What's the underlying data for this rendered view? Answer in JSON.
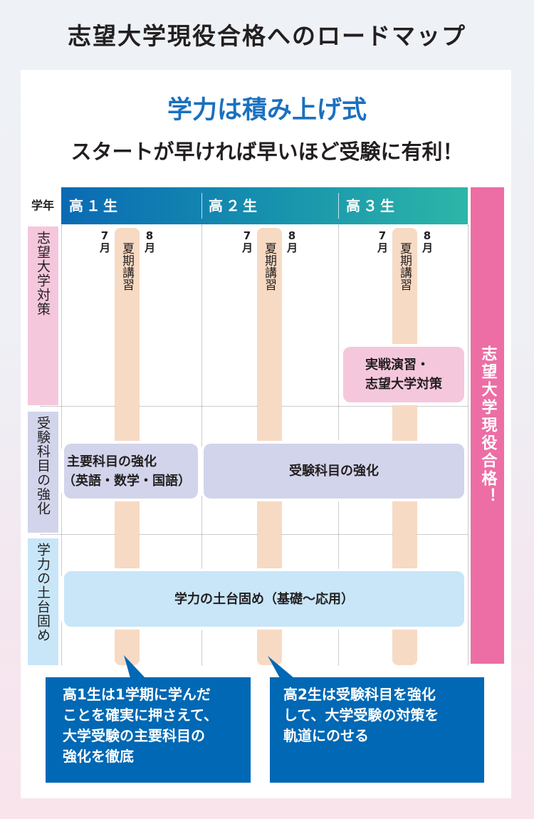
{
  "title": "志望大学現役合格へのロードマップ",
  "panel": {
    "headline": "学力は積み上げ式",
    "subheadline": "スタートが早ければ早いほど受験に有利！"
  },
  "grid": {
    "grade_label": "学年",
    "grades": [
      {
        "label": "高１生"
      },
      {
        "label": "高２生"
      },
      {
        "label": "高３生"
      }
    ],
    "month_start": "7月",
    "month_end": "8月",
    "summer_label": "夏期講習",
    "rows": [
      {
        "label": "志望大学対策",
        "color": "#f5c7dc"
      },
      {
        "label": "受験科目の強化",
        "color": "#d2d4eb"
      },
      {
        "label": "学力の土台固め",
        "color": "#c8e6f8"
      }
    ],
    "blocks": {
      "practice": {
        "lines": [
          "実戦演習・",
          "志望大学対策"
        ],
        "color": "#f5c7dc"
      },
      "main_subjects": {
        "lines": [
          "主要科目の強化",
          "（英語・数学・国語）"
        ],
        "color": "#d2d4eb"
      },
      "exam_subjects": {
        "lines": [
          "受験科目の強化"
        ],
        "color": "#d2d4eb"
      },
      "foundation": {
        "lines": [
          "学力の土台固め（基礎〜応用）"
        ],
        "color": "#c8e6f8"
      }
    },
    "goal": "志望大学現役合格！"
  },
  "callouts": [
    {
      "lines": [
        "高1生は1学期に学んだ",
        "ことを確実に押さえて、",
        "大学受験の主要科目の",
        "強化を徹底"
      ]
    },
    {
      "lines": [
        "高2生は受験科目を強化",
        "して、大学受験の対策を",
        "軌道にのせる"
      ]
    }
  ],
  "colors": {
    "headline_blue": "#1a70bf",
    "header_gradient_start": "#0a6ab4",
    "header_gradient_end": "#2db6a8",
    "goal_pink": "#ec6ea4",
    "summer_peach": "#f7dac3",
    "callout_blue": "#0068b4"
  }
}
